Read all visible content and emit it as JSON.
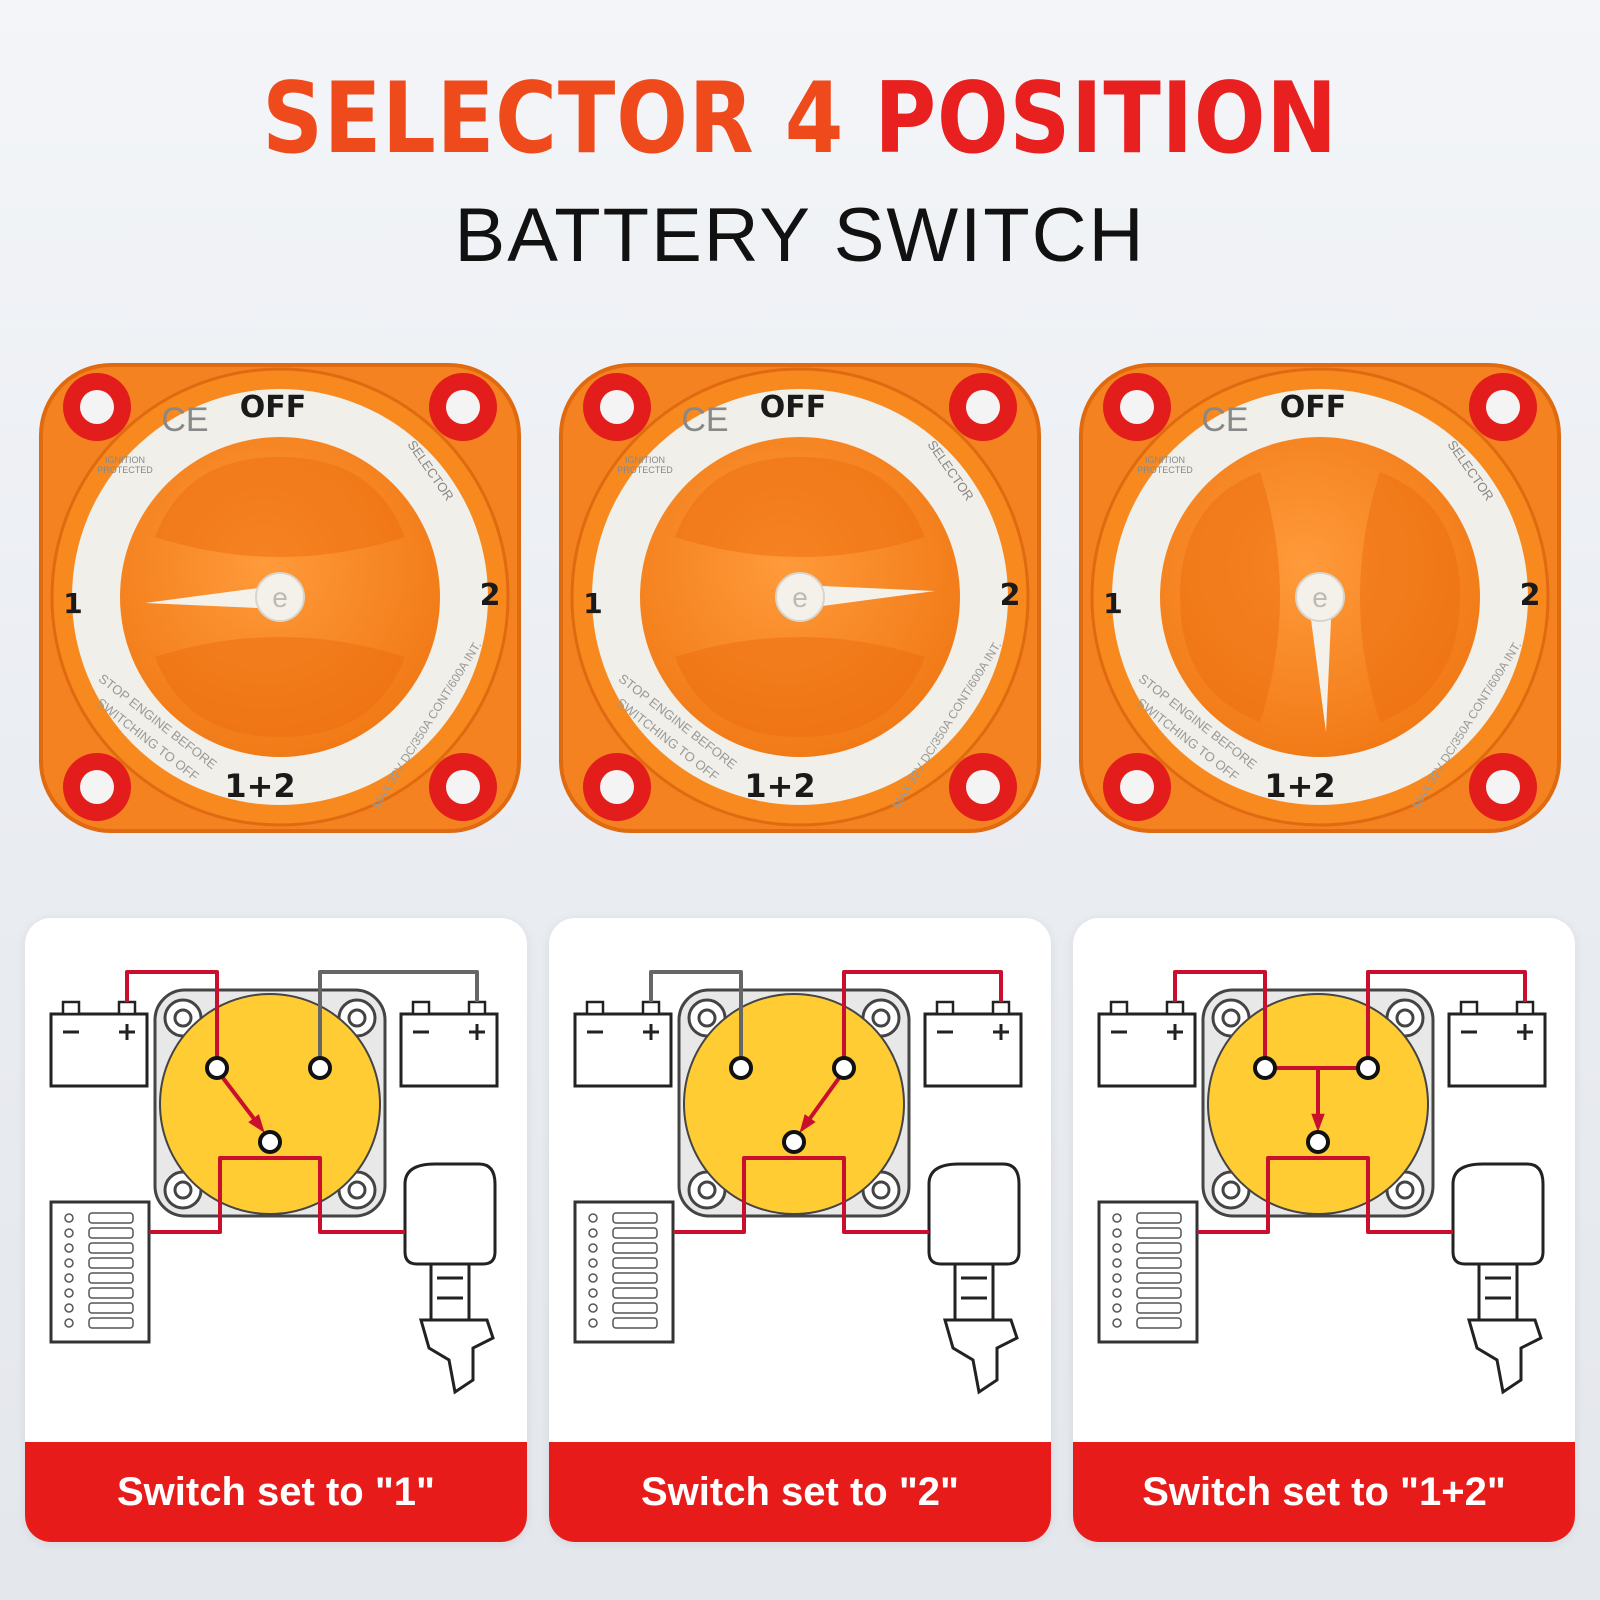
{
  "header": {
    "title_part1": "SELECTOR 4",
    "title_part2": "POSITION",
    "subtitle": "BATTERY SWITCH"
  },
  "switch_labels": {
    "off": "OFF",
    "pos1": "1",
    "pos2": "2",
    "both": "1+2",
    "ce": "CE",
    "ignition_line1": "IGNITION",
    "ignition_line2": "PROTECTED",
    "selector": "SELECTOR",
    "warning_line1": "STOP ENGINE BEFORE",
    "warning_line2": "SWITCHING TO OFF",
    "rating": "MAX 32V DC/350A CONT/600A INT.",
    "knob_logo": "e"
  },
  "switches": [
    {
      "name": "switch-photo-1",
      "knob_position": "1"
    },
    {
      "name": "switch-photo-2",
      "knob_position": "2"
    },
    {
      "name": "switch-photo-3",
      "knob_position": "1+2"
    }
  ],
  "cards": [
    {
      "caption": "Switch set to \"1\"",
      "mode": "1"
    },
    {
      "caption": "Switch set to \"2\"",
      "mode": "2"
    },
    {
      "caption": "Switch set to \"1+2\"",
      "mode": "1+2"
    }
  ],
  "colors": {
    "orange": "#f58220",
    "orange_dark": "#e46c12",
    "bezel": "#f1efe9",
    "red_hole": "#e31c1c",
    "diagram_yellow": "#ffcc33",
    "wire_red": "#c8102e",
    "wire_gray": "#666666",
    "caption_red": "#e81b1b"
  }
}
